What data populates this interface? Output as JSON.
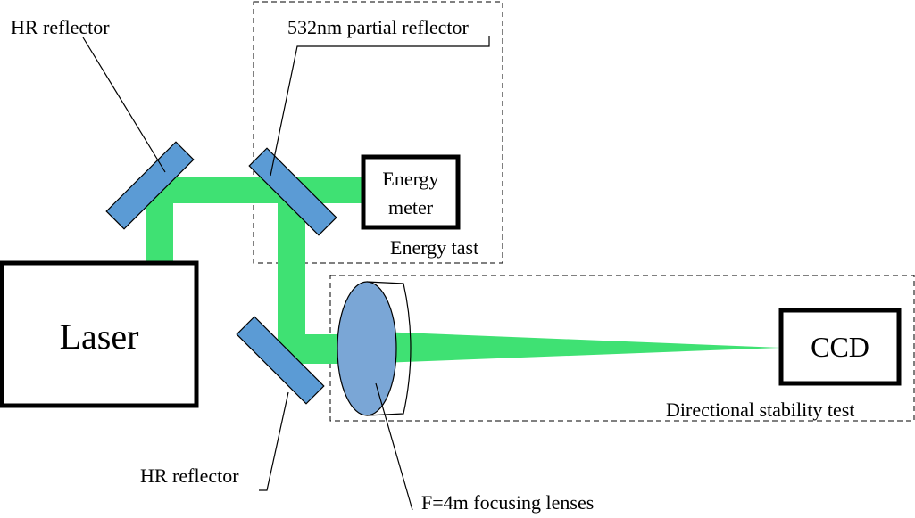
{
  "colors": {
    "beam": "#3fe173",
    "mirror": "#5b9bd5",
    "lens": "#7aa6d6",
    "outline": "#000000"
  },
  "labels": {
    "laser": "Laser",
    "energy_meter_line1": "Energy",
    "energy_meter_line2": "meter",
    "ccd": "CCD",
    "hr_reflector_top": "HR reflector",
    "hr_reflector_bottom": "HR reflector",
    "partial_reflector": "532nm partial reflector",
    "energy_test": "Energy tast",
    "directional_test": "Directional stability test",
    "focusing_lenses": "F=4m focusing lenses"
  }
}
